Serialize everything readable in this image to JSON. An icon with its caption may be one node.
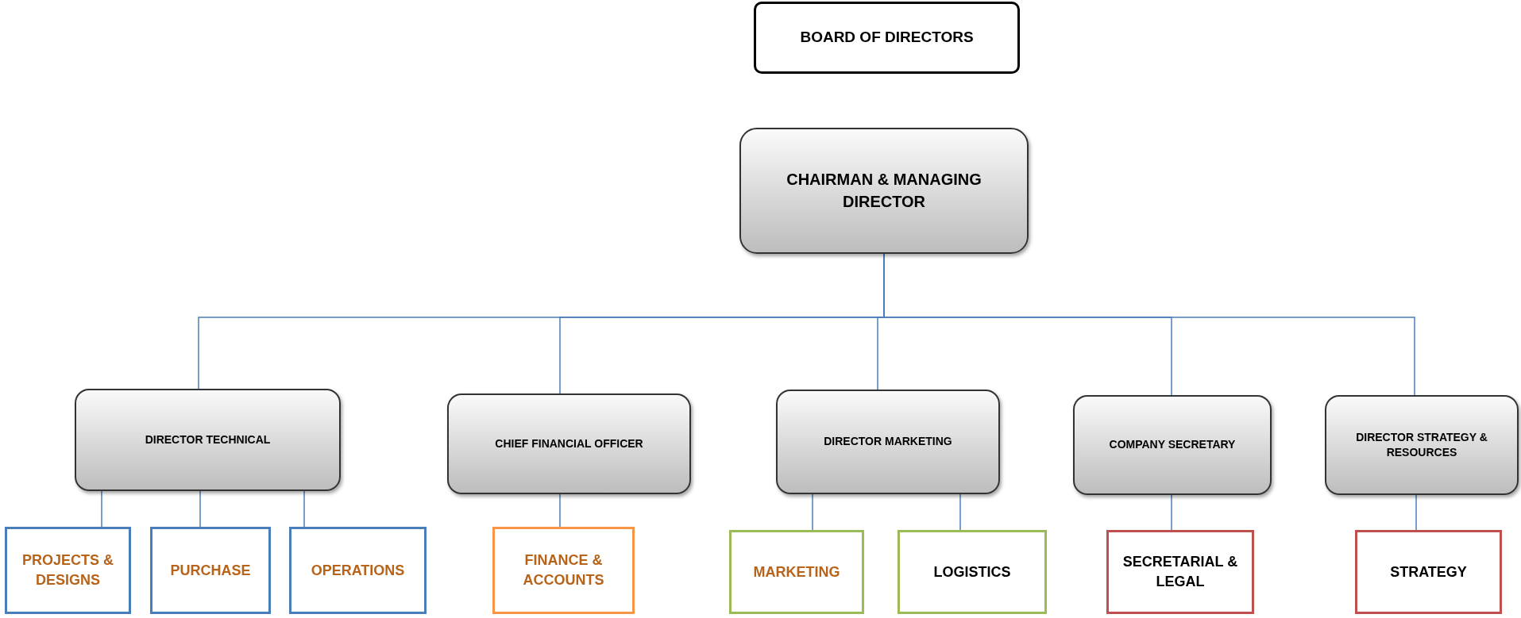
{
  "diagram": {
    "nodes": [
      {
        "text": [
          "BOARD OF DIRECTORS"
        ]
      },
      {
        "text": [
          "CHAIRMAN & MANAGING DIRECTOR"
        ]
      },
      {
        "text": [
          "DIRECTOR TECHNICAL"
        ]
      },
      {
        "text": [
          "CHIEF FINANCIAL OFFICER"
        ]
      },
      {
        "text": [
          "DIRECTOR MARKETING"
        ]
      },
      {
        "text": [
          "COMPANY SECRETARY"
        ]
      },
      {
        "text": [
          "DIRECTOR STRATEGY & RESOURCES"
        ]
      },
      {
        "text": [
          "PROJECTS & DESIGNS"
        ]
      },
      {
        "text": [
          "PURCHASE"
        ]
      },
      {
        "text": [
          "OPERATIONS"
        ]
      },
      {
        "text": [
          "FINANCE & ACCOUNTS"
        ]
      },
      {
        "text": [
          "MARKETING"
        ]
      },
      {
        "text": [
          "LOGISTICS"
        ]
      },
      {
        "text": [
          "SECRETARIAL & LEGAL"
        ]
      },
      {
        "text": [
          "STRATEGY"
        ]
      }
    ],
    "edges": [
      {
        "from": 1,
        "to": 2,
        "arrow": "none"
      },
      {
        "from": 1,
        "to": 3,
        "arrow": "none"
      },
      {
        "from": 1,
        "to": 4,
        "arrow": "none"
      },
      {
        "from": 1,
        "to": 5,
        "arrow": "none"
      },
      {
        "from": 1,
        "to": 6,
        "arrow": "none"
      },
      {
        "from": 2,
        "to": 7,
        "arrow": "none"
      },
      {
        "from": 2,
        "to": 8,
        "arrow": "none"
      },
      {
        "from": 2,
        "to": 9,
        "arrow": "none"
      },
      {
        "from": 3,
        "to": 10,
        "arrow": "none"
      },
      {
        "from": 4,
        "to": 11,
        "arrow": "none"
      },
      {
        "from": 4,
        "to": 12,
        "arrow": "none"
      },
      {
        "from": 5,
        "to": 13,
        "arrow": "none"
      },
      {
        "from": 6,
        "to": 14,
        "arrow": "none"
      }
    ]
  }
}
